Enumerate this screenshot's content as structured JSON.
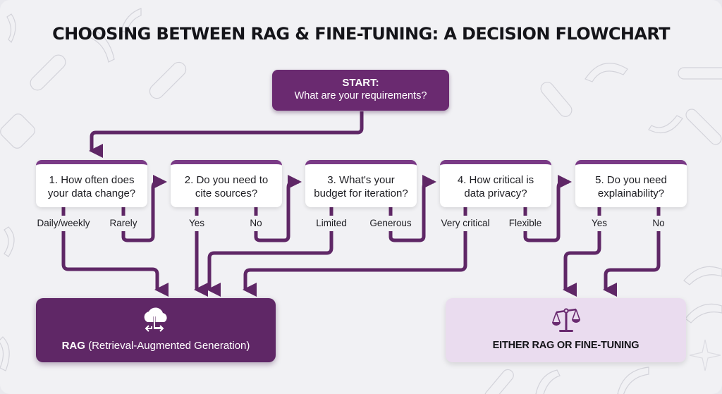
{
  "title": "CHOOSING BETWEEN RAG & FINE-TUNING: A DECISION FLOWCHART",
  "colors": {
    "primary": "#6a2a70",
    "primary_dark": "#5f2766",
    "card_top": "#7a3a86",
    "light_outcome": "#eadcef",
    "background": "#f1f1f4"
  },
  "start": {
    "heading": "START:",
    "question": "What are your requirements?"
  },
  "questions": [
    {
      "line1": "1. How often does",
      "line2": "your data change?",
      "options": [
        "Daily/weekly",
        "Rarely"
      ]
    },
    {
      "line1": "2. Do you need to",
      "line2": "cite sources?",
      "options": [
        "Yes",
        "No"
      ]
    },
    {
      "line1": "3. What's your",
      "line2": "budget for iteration?",
      "options": [
        "Limited",
        "Generous"
      ]
    },
    {
      "line1": "4. How critical is",
      "line2": "data privacy?",
      "options": [
        "Very critical",
        "Flexible"
      ]
    },
    {
      "line1": "5. Do you need",
      "line2": "explainability?",
      "options": [
        "Yes",
        "No"
      ]
    }
  ],
  "outcomes": {
    "rag": {
      "bold": "RAG",
      "rest": " (Retrieval-Augmented Generation)",
      "icon": "cloud-retrieval-icon"
    },
    "either": {
      "label": "EITHER RAG OR FINE-TUNING",
      "icon": "balance-scale-icon"
    }
  }
}
